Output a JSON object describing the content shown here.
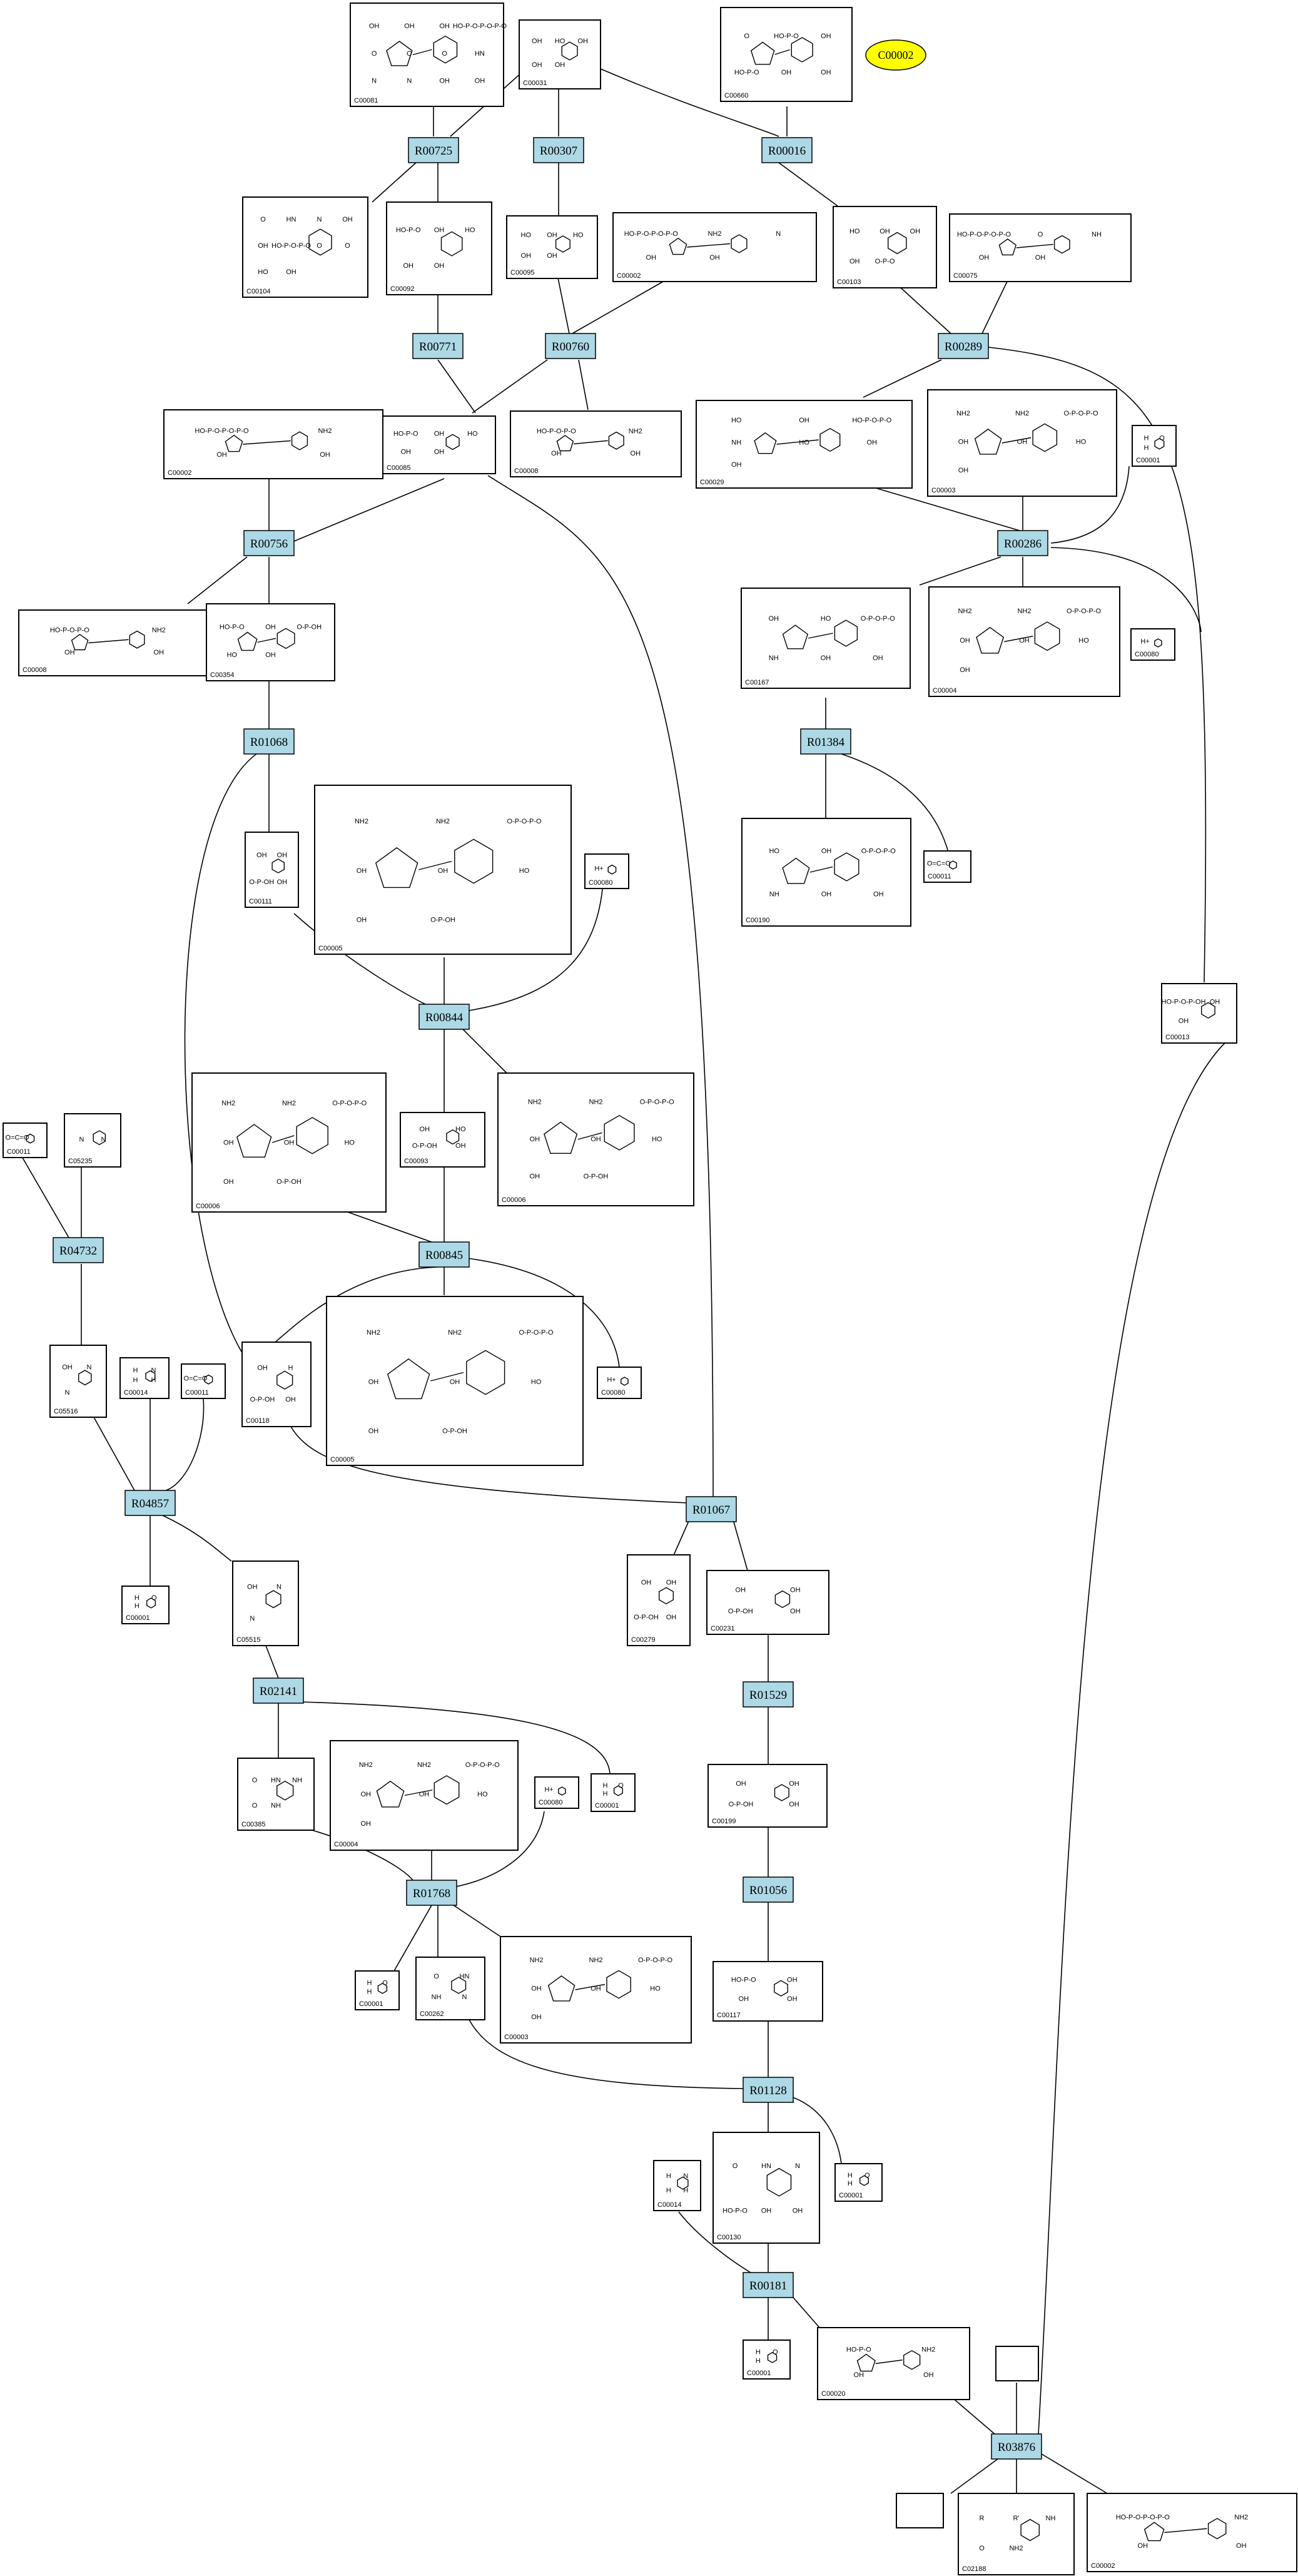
{
  "highlight": {
    "id": "C00002",
    "color": "#ffff00"
  },
  "colors": {
    "reaction_fill": "#add8e6",
    "stroke": "#000000",
    "background": "#ffffff"
  },
  "reactions": [
    "R00725",
    "R00307",
    "R00016",
    "R00771",
    "R00760",
    "R00289",
    "R00756",
    "R00286",
    "R01068",
    "R01384",
    "R00844",
    "R04732",
    "R00845",
    "R04857",
    "R01067",
    "R02141",
    "R01529",
    "R01768",
    "R01056",
    "R01128",
    "R00181",
    "R03876"
  ],
  "compounds": [
    {
      "key": "c00081",
      "id": "C00081",
      "atoms": [
        "OH",
        "OH",
        "OH",
        "HO-P-O-P-O-P-O",
        "O",
        "O",
        "O",
        "HN",
        "N",
        "N",
        "OH",
        "OH"
      ]
    },
    {
      "key": "c00031",
      "id": "C00031",
      "atoms": [
        "OH",
        "HO",
        "OH",
        "OH",
        "OH"
      ]
    },
    {
      "key": "c00660",
      "id": "C00660",
      "atoms": [
        "O",
        "HO-P-O",
        "OH",
        "HO-P-O",
        "OH",
        "OH"
      ]
    },
    {
      "key": "c00104",
      "id": "C00104",
      "atoms": [
        "O",
        "HN",
        "N",
        "OH",
        "OH",
        "HO-P-O-P-O",
        "O",
        "O",
        "HO",
        "OH"
      ]
    },
    {
      "key": "c00092",
      "id": "C00092",
      "atoms": [
        "HO-P-O",
        "OH",
        "HO",
        "OH",
        "OH"
      ]
    },
    {
      "key": "c00095",
      "id": "C00095",
      "atoms": [
        "HO",
        "OH",
        "HO",
        "OH",
        "OH"
      ]
    },
    {
      "key": "c00002a",
      "id": "C00002",
      "atoms": [
        "HO-P-O-P-O-P-O",
        "NH2",
        "N",
        "OH",
        "OH"
      ]
    },
    {
      "key": "c00103",
      "id": "C00103",
      "atoms": [
        "HO",
        "OH",
        "OH",
        "OH",
        "O-P-O"
      ]
    },
    {
      "key": "c00075",
      "id": "C00075",
      "atoms": [
        "HO-P-O-P-O-P-O",
        "O",
        "NH",
        "OH",
        "OH"
      ]
    },
    {
      "key": "c00085",
      "id": "C00085",
      "atoms": [
        "HO-P-O",
        "OH",
        "HO",
        "OH",
        "OH"
      ]
    },
    {
      "key": "c00002b",
      "id": "C00002",
      "atoms": [
        "HO-P-O-P-O-P-O",
        "NH2",
        "OH",
        "OH"
      ]
    },
    {
      "key": "c00008a",
      "id": "C00008",
      "atoms": [
        "HO-P-O-P-O",
        "NH2",
        "OH",
        "OH"
      ]
    },
    {
      "key": "c00029",
      "id": "C00029",
      "atoms": [
        "HO",
        "OH",
        "HO-P-O-P-O",
        "NH",
        "HO",
        "OH",
        "OH"
      ]
    },
    {
      "key": "c00003a",
      "id": "C00003",
      "atoms": [
        "NH2",
        "NH2",
        "O-P-O-P-O",
        "OH",
        "OH",
        "HO",
        "OH"
      ]
    },
    {
      "key": "c00001a",
      "id": "C00001",
      "atoms": [
        "H",
        "O",
        "H"
      ]
    },
    {
      "key": "c00008b",
      "id": "C00008",
      "atoms": [
        "HO-P-O-P-O",
        "NH2",
        "OH",
        "OH"
      ]
    },
    {
      "key": "c00354",
      "id": "C00354",
      "atoms": [
        "HO-P-O",
        "OH",
        "O-P-OH",
        "HO",
        "OH"
      ]
    },
    {
      "key": "c00167",
      "id": "C00167",
      "atoms": [
        "OH",
        "HO",
        "O-P-O-P-O",
        "NH",
        "OH",
        "OH"
      ]
    },
    {
      "key": "c00004a",
      "id": "C00004",
      "atoms": [
        "NH2",
        "NH2",
        "O-P-O-P-O",
        "OH",
        "OH",
        "HO",
        "OH"
      ]
    },
    {
      "key": "c00080a",
      "id": "C00080",
      "atoms": [
        "H+"
      ]
    },
    {
      "key": "c00111",
      "id": "C00111",
      "atoms": [
        "OH",
        "OH",
        "O-P-OH",
        "OH"
      ]
    },
    {
      "key": "c00005a",
      "id": "C00005",
      "atoms": [
        "NH2",
        "NH2",
        "O-P-O-P-O",
        "OH",
        "OH",
        "HO",
        "OH",
        "O-P-OH"
      ]
    },
    {
      "key": "c00080b",
      "id": "C00080",
      "atoms": [
        "H+"
      ]
    },
    {
      "key": "c00190",
      "id": "C00190",
      "atoms": [
        "HO",
        "OH",
        "O-P-O-P-O",
        "NH",
        "OH",
        "OH"
      ]
    },
    {
      "key": "c00011a",
      "id": "C00011",
      "atoms": [
        "O=C=O"
      ]
    },
    {
      "key": "c00011b",
      "id": "C00011",
      "atoms": [
        "O=C=O"
      ]
    },
    {
      "key": "c05235",
      "id": "C05235",
      "atoms": [
        "N",
        "N"
      ]
    },
    {
      "key": "c00006a",
      "id": "C00006",
      "atoms": [
        "NH2",
        "NH2",
        "O-P-O-P-O",
        "OH",
        "OH",
        "HO",
        "OH",
        "O-P-OH"
      ]
    },
    {
      "key": "c00093",
      "id": "C00093",
      "atoms": [
        "OH",
        "HO",
        "O-P-OH",
        "OH"
      ]
    },
    {
      "key": "c00006b",
      "id": "C00006",
      "atoms": [
        "NH2",
        "NH2",
        "O-P-O-P-O",
        "OH",
        "OH",
        "HO",
        "OH",
        "O-P-OH"
      ]
    },
    {
      "key": "c00013",
      "id": "C00013",
      "atoms": [
        "HO-P-O-P-OH",
        "OH",
        "OH"
      ]
    },
    {
      "key": "c05516",
      "id": "C05516",
      "atoms": [
        "OH",
        "N",
        "N"
      ]
    },
    {
      "key": "c00014a",
      "id": "C00014",
      "atoms": [
        "H",
        "N",
        "H",
        "H"
      ]
    },
    {
      "key": "c00011c",
      "id": "C00011",
      "atoms": [
        "O=C=O"
      ]
    },
    {
      "key": "c00118",
      "id": "C00118",
      "atoms": [
        "OH",
        "H",
        "O-P-OH",
        "OH"
      ]
    },
    {
      "key": "c00005b",
      "id": "C00005",
      "atoms": [
        "NH2",
        "NH2",
        "O-P-O-P-O",
        "OH",
        "OH",
        "HO",
        "OH",
        "O-P-OH"
      ]
    },
    {
      "key": "c00080c",
      "id": "C00080",
      "atoms": [
        "H+"
      ]
    },
    {
      "key": "c00001b",
      "id": "C00001",
      "atoms": [
        "H",
        "O",
        "H"
      ]
    },
    {
      "key": "c05515",
      "id": "C05515",
      "atoms": [
        "OH",
        "N",
        "N"
      ]
    },
    {
      "key": "c00279",
      "id": "C00279",
      "atoms": [
        "OH",
        "OH",
        "O-P-OH",
        "OH"
      ]
    },
    {
      "key": "c00231",
      "id": "C00231",
      "atoms": [
        "OH",
        "OH",
        "O-P-OH",
        "OH"
      ]
    },
    {
      "key": "c00001c",
      "id": "C00001",
      "atoms": [
        "H",
        "O",
        "H"
      ]
    },
    {
      "key": "c00385",
      "id": "C00385",
      "atoms": [
        "O",
        "HN",
        "NH",
        "O",
        "NH"
      ]
    },
    {
      "key": "c00004b",
      "id": "C00004",
      "atoms": [
        "NH2",
        "NH2",
        "O-P-O-P-O",
        "OH",
        "OH",
        "HO",
        "OH"
      ]
    },
    {
      "key": "c00080d",
      "id": "C00080",
      "atoms": [
        "H+"
      ]
    },
    {
      "key": "c00199",
      "id": "C00199",
      "atoms": [
        "OH",
        "OH",
        "O-P-OH",
        "OH"
      ]
    },
    {
      "key": "c00001d",
      "id": "C00001",
      "atoms": [
        "H",
        "O",
        "H"
      ]
    },
    {
      "key": "c00262",
      "id": "C00262",
      "atoms": [
        "O",
        "HN",
        "NH",
        "N"
      ]
    },
    {
      "key": "c00003b",
      "id": "C00003",
      "atoms": [
        "NH2",
        "NH2",
        "O-P-O-P-O",
        "OH",
        "OH",
        "HO",
        "OH"
      ]
    },
    {
      "key": "c00117",
      "id": "C00117",
      "atoms": [
        "HO-P-O",
        "OH",
        "OH",
        "OH"
      ]
    },
    {
      "key": "c00001e",
      "id": "C00001",
      "atoms": [
        "H",
        "O",
        "H"
      ]
    },
    {
      "key": "c00014b",
      "id": "C00014",
      "atoms": [
        "H",
        "N",
        "H",
        "H"
      ]
    },
    {
      "key": "c00130",
      "id": "C00130",
      "atoms": [
        "O",
        "HN",
        "N",
        "HO-P-O",
        "OH",
        "OH"
      ]
    },
    {
      "key": "c00001f",
      "id": "C00001",
      "atoms": [
        "H",
        "O",
        "H"
      ]
    },
    {
      "key": "c00020",
      "id": "C00020",
      "atoms": [
        "HO-P-O",
        "NH2",
        "OH",
        "OH"
      ]
    },
    {
      "key": "blank1",
      "id": "",
      "atoms": []
    },
    {
      "key": "blank2",
      "id": "",
      "atoms": []
    },
    {
      "key": "c02188",
      "id": "C02188",
      "atoms": [
        "R",
        "R'",
        "NH",
        "O",
        "NH2"
      ]
    },
    {
      "key": "c00002c",
      "id": "C00002",
      "atoms": [
        "HO-P-O-P-O-P-O",
        "NH2",
        "OH",
        "OH"
      ]
    }
  ]
}
